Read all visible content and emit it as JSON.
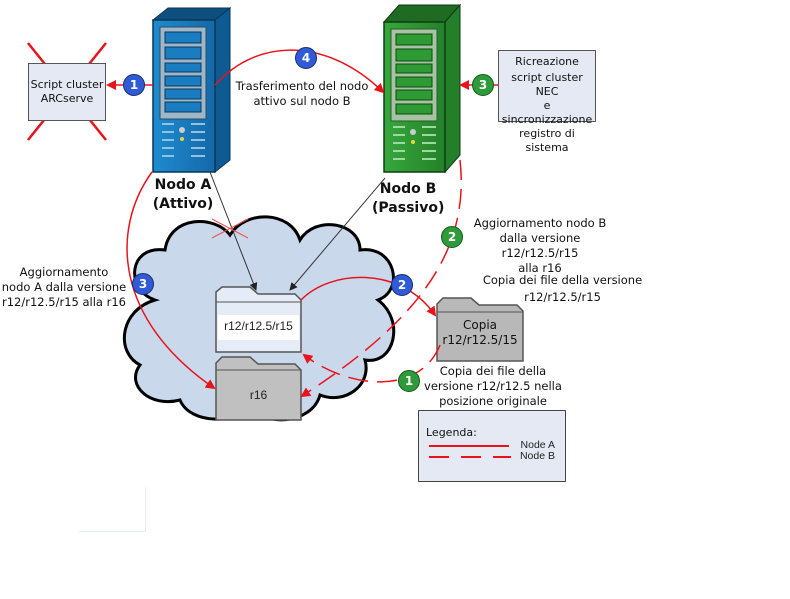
{
  "diagram": {
    "title": "",
    "colors": {
      "arrow_red": "#e8131b",
      "node_a_blue": "#1a7cc1",
      "node_b_green": "#2e9a34",
      "badge_blue": "#2f5bd6",
      "badge_green": "#2f9a3a",
      "cloud_fill": "#c9d8ea",
      "box_fill": "#e4e9f4",
      "folder_gray": "#c0c0c0"
    },
    "nodes": {
      "node_a": {
        "name": "Nodo A",
        "state": "(Attivo)"
      },
      "node_b": {
        "name": "Nodo B",
        "state": "(Passivo)"
      }
    },
    "boxes": {
      "script_arcserve": {
        "lines": [
          "Script cluster",
          "ARCserve"
        ],
        "crossed_out": true
      },
      "ricreazione": {
        "title": "Ricreazione",
        "lines": [
          "script cluster NEC",
          "e sincronizzazione",
          "registro di sistema"
        ]
      }
    },
    "folders": {
      "old_version": "r12/r12.5/r15",
      "new_version": "r16",
      "copy": [
        "Copia",
        "r12/r12.5/15"
      ]
    },
    "annotations": {
      "transfer": [
        "Trasferimento del nodo",
        "attivo sul nodo B"
      ],
      "update_b": [
        "Aggiornamento nodo B",
        "dalla versione r12/r12.5/r15",
        "alla r16"
      ],
      "copy_files": [
        "Copia dei file della versione",
        "r12/r12.5/r15"
      ],
      "update_a": [
        "Aggiornamento",
        "nodo A dalla versione",
        "r12/r12.5/r15 alla r16"
      ],
      "restore": [
        "Copia dei file della",
        "versione r12/r12.5 nella",
        "posizione originale"
      ]
    },
    "steps": [
      {
        "id": "badge-a1",
        "number": "1",
        "node": "A",
        "color": "blue"
      },
      {
        "id": "badge-a2",
        "number": "2",
        "node": "A",
        "color": "blue"
      },
      {
        "id": "badge-a3",
        "number": "3",
        "node": "A",
        "color": "blue"
      },
      {
        "id": "badge-a4",
        "number": "4",
        "node": "A",
        "color": "blue"
      },
      {
        "id": "badge-b1",
        "number": "1",
        "node": "B",
        "color": "green"
      },
      {
        "id": "badge-b2",
        "number": "2",
        "node": "B",
        "color": "green"
      },
      {
        "id": "badge-b3",
        "number": "3",
        "node": "B",
        "color": "green"
      }
    ],
    "legend": {
      "title": "Legenda:",
      "items": [
        {
          "label": "Node A",
          "style": "solid"
        },
        {
          "label": "Node B",
          "style": "dashed"
        }
      ]
    }
  }
}
